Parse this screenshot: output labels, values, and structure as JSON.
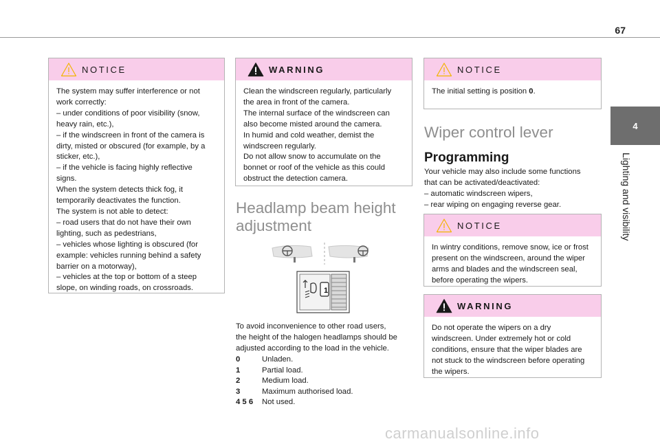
{
  "page": {
    "number": "67"
  },
  "side_tab": {
    "number": "4",
    "label": "Lighting and visibility"
  },
  "notice1": {
    "title": "NOTICE",
    "lines": [
      "The system may suffer interference or not",
      "work correctly:",
      "–  under conditions of poor visibility (snow,",
      "heavy rain, etc.),",
      "–  if the windscreen in front of the camera is",
      "dirty, misted or obscured (for example, by a",
      "sticker, etc.),",
      "–  if the vehicle is facing highly reflective",
      "signs.",
      "When the system detects thick fog, it",
      "temporarily deactivates the function.",
      "The system is not able to detect:",
      "–  road users that do not have their own",
      "lighting, such as pedestrians,",
      "–  vehicles whose lighting is obscured (for",
      "example: vehicles running behind a safety",
      "barrier on a motorway),",
      "–  vehicles at the top or bottom of a steep",
      "slope, on winding roads, on crossroads."
    ]
  },
  "warning1": {
    "title": "WARNING",
    "lines": [
      "Clean the windscreen regularly, particularly",
      "the area in front of the camera.",
      "The internal surface of the windscreen can",
      "also become misted around the camera.",
      "In humid and cold weather, demist the",
      "windscreen regularly.",
      "Do not allow snow to accumulate on the",
      "bonnet or roof of the vehicle as this could",
      "obstruct the detection camera."
    ]
  },
  "headlamp": {
    "title_lines": [
      "Headlamp beam height",
      "adjustment"
    ],
    "paragraph_lines": [
      "To avoid inconvenience to other road users,",
      "the height of the halogen headlamps should be",
      "adjusted according to the load in the vehicle."
    ],
    "legend": [
      {
        "key": "0",
        "value": "Unladen."
      },
      {
        "key": "1",
        "value": "Partial load."
      },
      {
        "key": "2",
        "value": "Medium load."
      },
      {
        "key": "3",
        "value": "Maximum authorised load."
      },
      {
        "key": "4 5 6",
        "value": "Not used."
      }
    ],
    "thumbwheel_value": "1"
  },
  "notice2": {
    "title": "NOTICE",
    "text_before": "The initial setting is position ",
    "text_bold": "0",
    "text_after": "."
  },
  "wiper": {
    "title": "Wiper control lever",
    "subtitle": "Programming",
    "paragraph_lines": [
      "Your vehicle may also include some functions",
      "that can be activated/deactivated:",
      "–  automatic windscreen wipers,",
      "–  rear wiping on engaging reverse gear."
    ]
  },
  "notice3": {
    "title": "NOTICE",
    "lines": [
      "In wintry conditions, remove snow, ice or frost",
      "present on the windscreen, around the wiper",
      "arms and blades and the windscreen seal,",
      "before operating the wipers."
    ]
  },
  "warning2": {
    "title": "WARNING",
    "lines": [
      "Do not operate the wipers on a dry",
      "windscreen. Under extremely hot or cold",
      "conditions, ensure that the wiper blades are",
      "not stuck to the windscreen before operating",
      "the wipers."
    ]
  },
  "watermark": "carmanualsonline.info",
  "colors": {
    "box_header": "#f9cdea",
    "side_tab": "#6e6e6e",
    "section_heading": "#8e8e8e"
  },
  "icons": {
    "notice": "warning-outline-icon",
    "warning": "warning-filled-icon"
  }
}
